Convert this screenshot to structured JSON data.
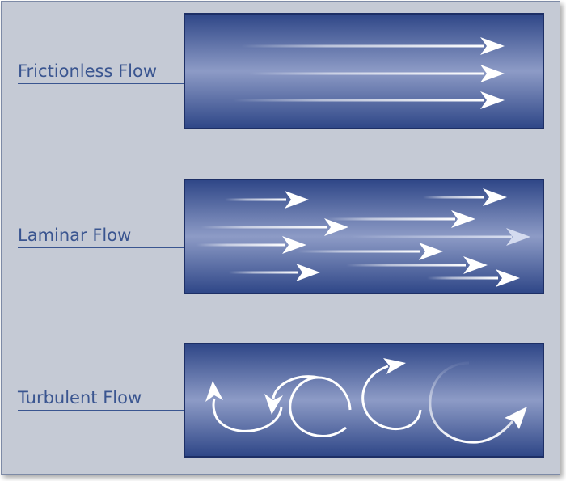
{
  "labels": {
    "frictionless": "Frictionless Flow",
    "laminar": "Laminar Flow",
    "turbulent": "Turbulent Flow"
  },
  "colors": {
    "background": "#c5cad5",
    "label_text": "#3a5590",
    "pipe_dark": "#2e4687",
    "pipe_light": "#8d9bc6",
    "arrow": "#ffffff"
  },
  "icons": [
    "straight-arrow-icon",
    "curved-arrow-icon"
  ]
}
